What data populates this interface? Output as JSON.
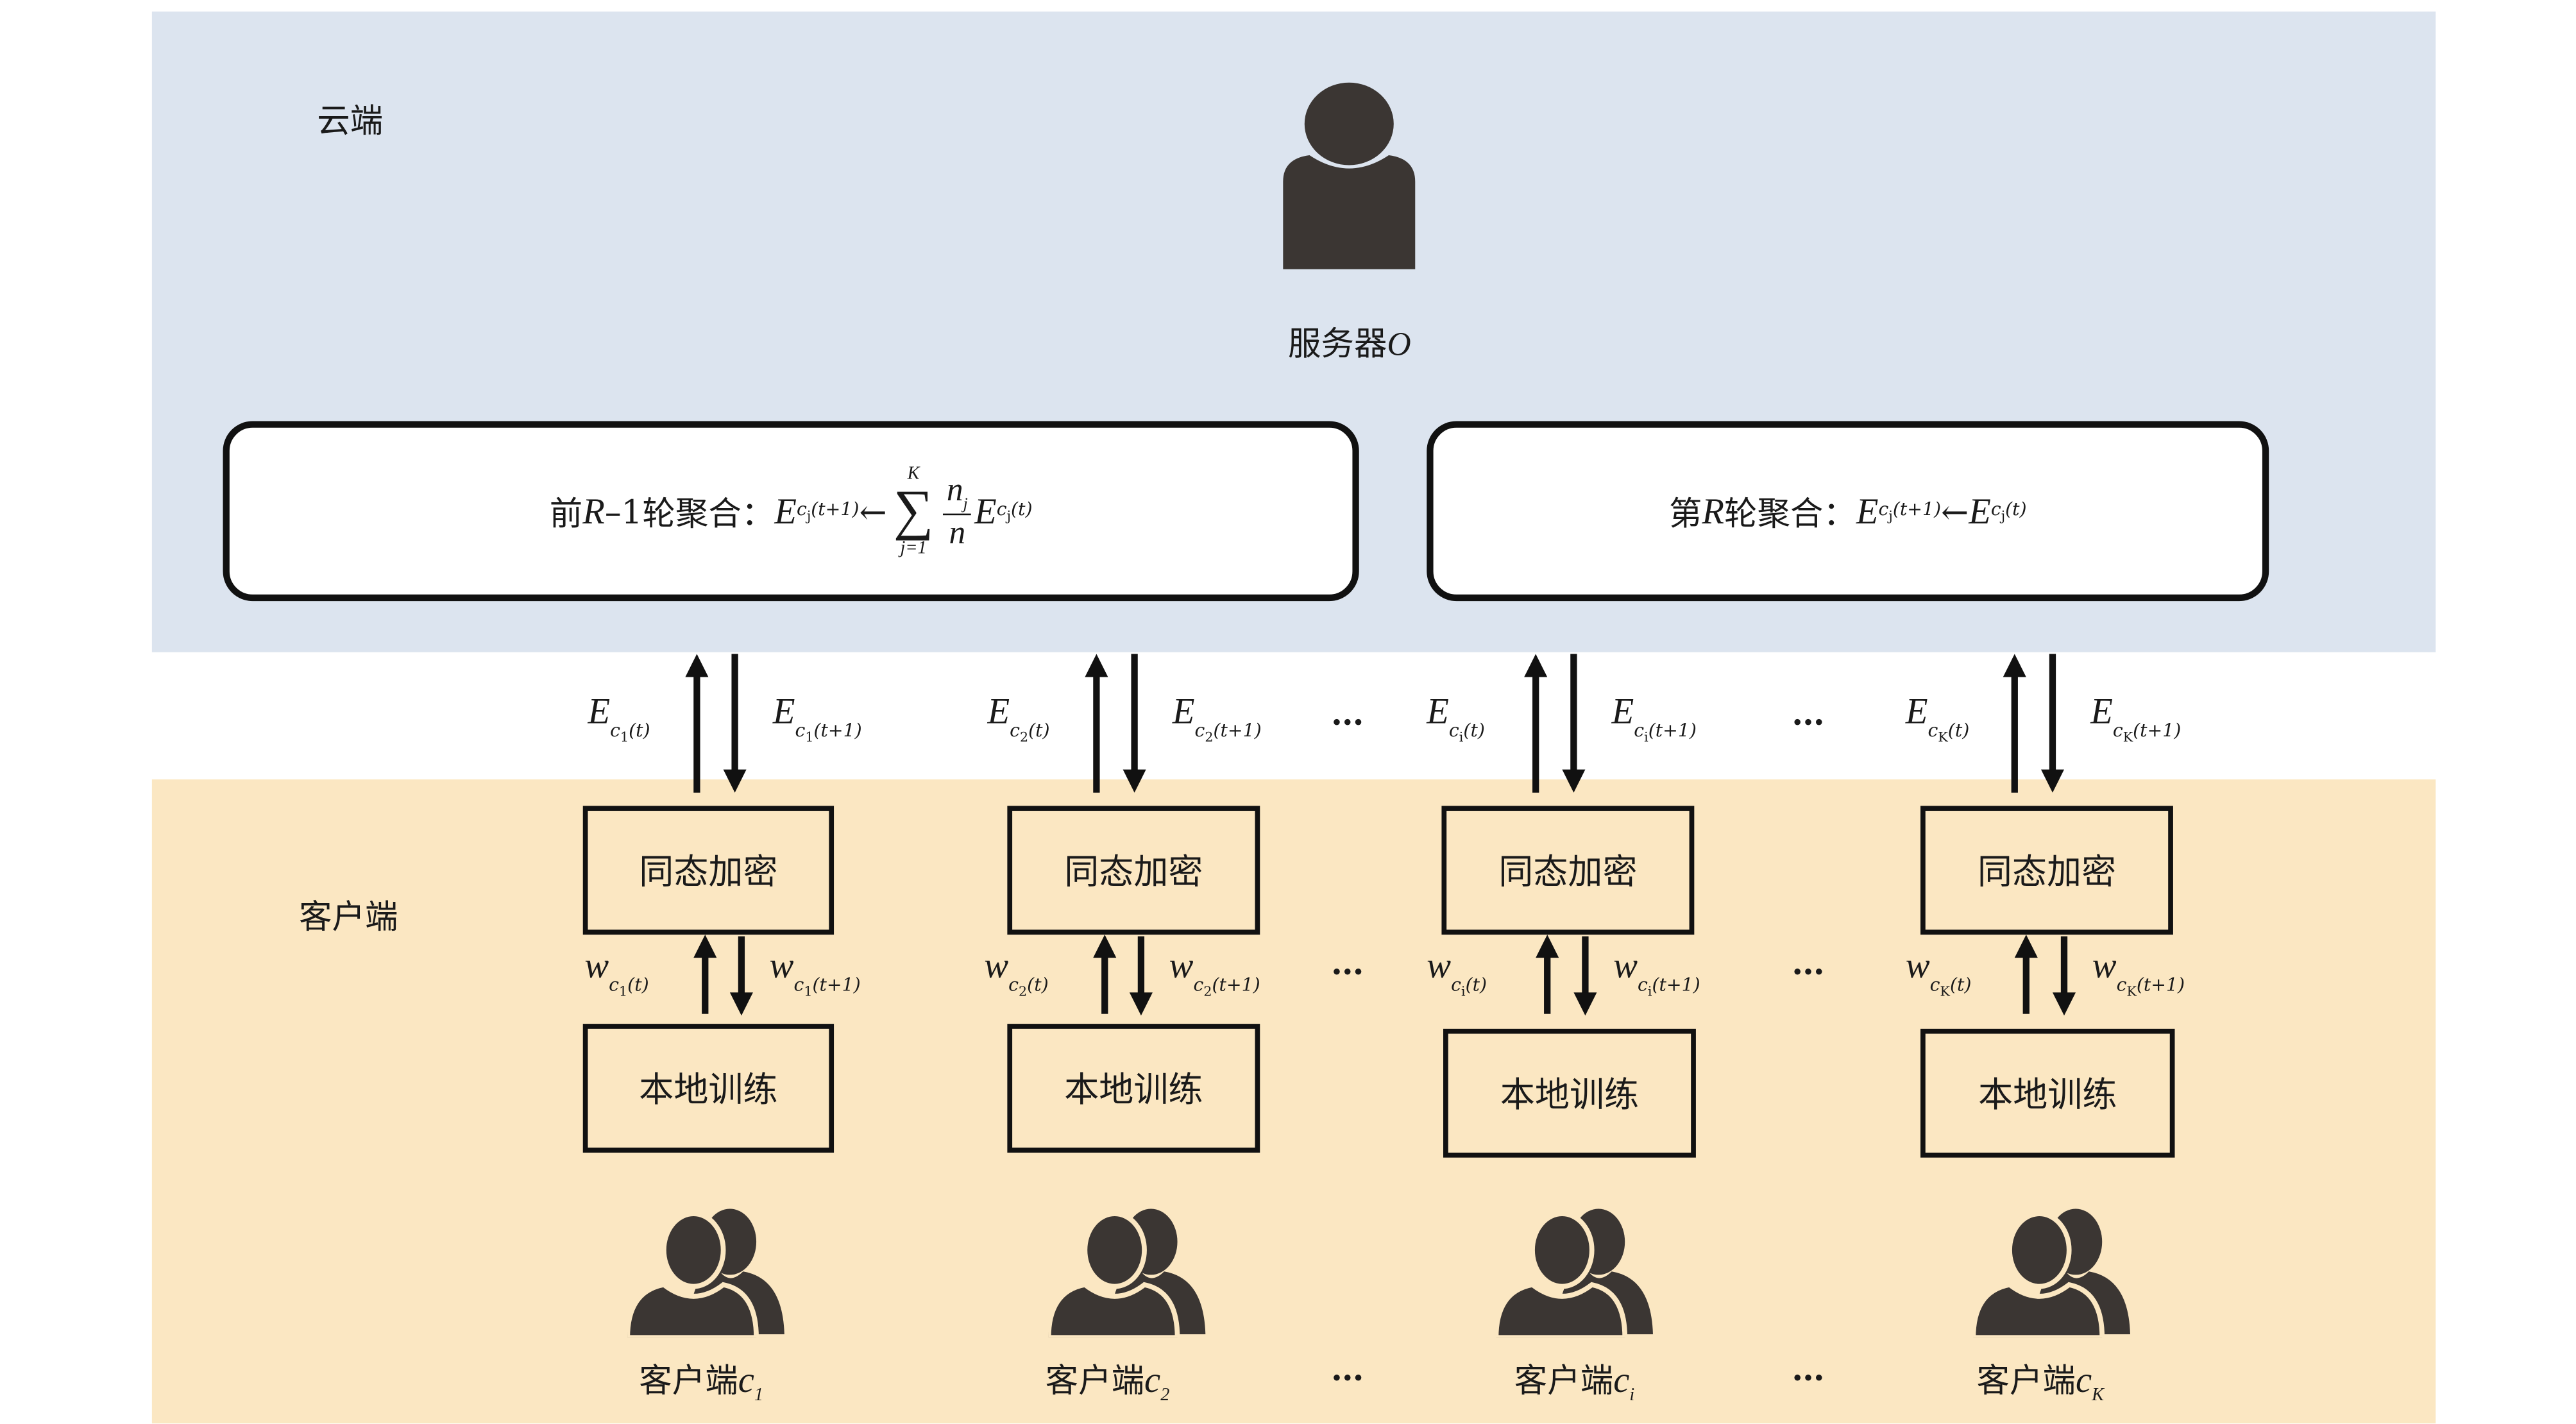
{
  "cloud": {
    "label": "云端",
    "server_label": "服务器",
    "server_var": "O"
  },
  "client_zone": {
    "label": "客户端"
  },
  "aggregation_first": {
    "prefix": "前",
    "var_R": "R",
    "minus_one": "–1",
    "suffix": "轮聚合：",
    "lhs": "E",
    "lhs_sub": "c",
    "lhs_idx": "j",
    "lhs_arg": "(t+1)",
    "arrow": "←",
    "sigma": "∑",
    "sigma_upper": "K",
    "sigma_lower": "j=1",
    "num": "n",
    "num_idx": "j",
    "den": "n",
    "rhs": "E",
    "rhs_sub": "c",
    "rhs_idx": "j",
    "rhs_arg": "(t)"
  },
  "aggregation_last": {
    "prefix": "第",
    "var_R": "R",
    "suffix": "轮聚合：",
    "lhs": "E",
    "lhs_sub": "c",
    "lhs_idx": "j",
    "lhs_arg": "(t+1)",
    "arrow": "←",
    "rhs": "E",
    "rhs_sub": "c",
    "rhs_idx": "j",
    "rhs_arg": "(t)"
  },
  "ellipsis": "…",
  "clients": [
    {
      "idx": "1",
      "encrypt": "同态加密",
      "train": "本地训练",
      "name": "客户端",
      "var": "c"
    },
    {
      "idx": "2",
      "encrypt": "同态加密",
      "train": "本地训练",
      "name": "客户端",
      "var": "c"
    },
    {
      "idx": "i",
      "encrypt": "同态加密",
      "train": "本地训练",
      "name": "客户端",
      "var": "c"
    },
    {
      "idx": "K",
      "encrypt": "同态加密",
      "train": "本地训练",
      "name": "客户端",
      "var": "c"
    }
  ],
  "symbols": {
    "E": "E",
    "w": "w",
    "c": "c",
    "t": "(t)",
    "t1": "(t+1)"
  }
}
